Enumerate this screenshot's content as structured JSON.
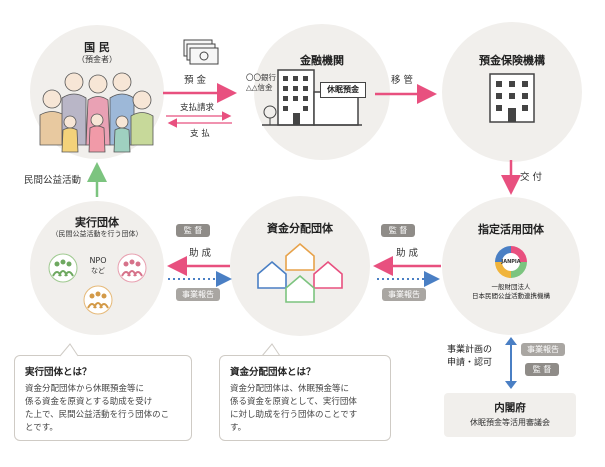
{
  "citizens": {
    "title": "国 民",
    "subtitle": "（預金者）"
  },
  "deposit": {
    "label": "預 金"
  },
  "payment_request": {
    "label": "支払請求"
  },
  "payment": {
    "label": "支 払"
  },
  "financial_institution": {
    "title": "金融機関",
    "bank_lines": [
      "〇〇銀行",
      "△△信金"
    ],
    "dormant_badge": "休眠預金"
  },
  "transfer": {
    "label": "移 管"
  },
  "deposit_insurance": {
    "title": "預金保険機構"
  },
  "grant": {
    "label": "交 付"
  },
  "designated_org": {
    "title": "指定活用団体",
    "logo_text": "JANPIA",
    "caption_lines": [
      "一般財団法人",
      "日本民間公益活動連携機構"
    ]
  },
  "fund_org": {
    "title": "資金分配団体"
  },
  "implementing_org": {
    "title": "実行団体",
    "subtitle": "（民間公益活動を行う団体）",
    "npo_lines": [
      "NPO",
      "など"
    ]
  },
  "civic_activity": {
    "label": "民間公益活動"
  },
  "link_right": {
    "supervise": "監 督",
    "subsidy": "助 成",
    "report": "事業報告"
  },
  "link_left": {
    "supervise": "監 督",
    "subsidy": "助 成",
    "report": "事業報告"
  },
  "cabinet_link": {
    "plan_lines": [
      "事業計画の",
      "申請・認可"
    ],
    "report": "事業報告",
    "supervise": "監 督"
  },
  "cabinet": {
    "title": "内閣府",
    "subtitle": "休眠預金等活用審議会"
  },
  "box_implementing": {
    "title": "実行団体とは？",
    "lines": [
      "資金分配団体から休眠預金等に",
      "係る資金を原資とする助成を受け",
      "た上で、民間公益活動を行う団体のこ",
      "とです。"
    ]
  },
  "box_fund": {
    "title": "資金分配団体とは？",
    "lines": [
      "資金分配団体は、休眠預金等に",
      "係る資金を原資として、実行団体",
      "に対し助成を行う団体のことです",
      "す。"
    ]
  },
  "colors": {
    "pink": "#e8507f",
    "blue": "#4a7fc4",
    "green": "#7cc47f",
    "circle": "#f1efec",
    "tag": "#8f8c88"
  }
}
